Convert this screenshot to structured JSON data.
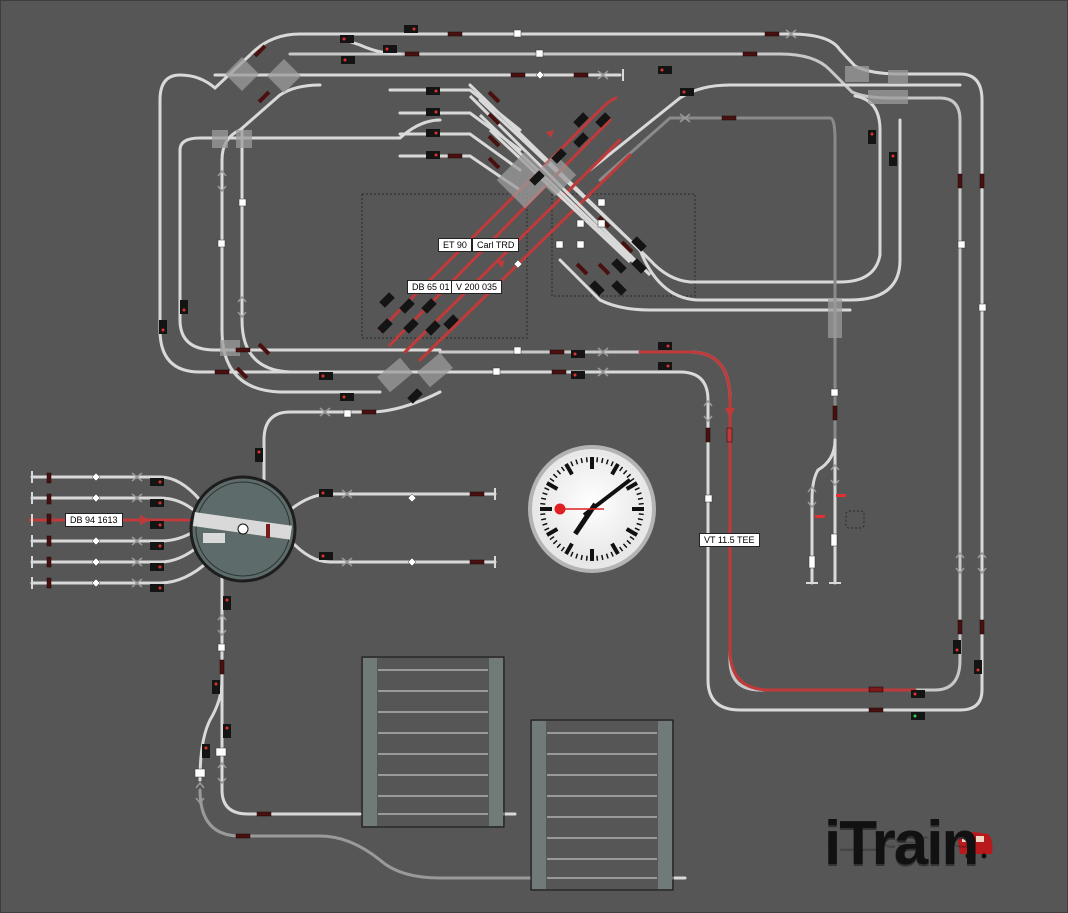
{
  "app": {
    "logo_text": "iTrain"
  },
  "colors": {
    "background": "#565656",
    "track": "#d9d9d9",
    "track_dim": "#8a8a8a",
    "route_active": "#c03a3a",
    "turnout_box": "#9a9a9a",
    "signal_body": "#141414",
    "signal_red": "#e23030",
    "signal_green": "#2fd24a",
    "block_marker": "#4a1010"
  },
  "train_labels": [
    {
      "id": "et90",
      "text": "ET 90"
    },
    {
      "id": "carl",
      "text": "Carl TRD"
    },
    {
      "id": "db6501",
      "text": "DB 65 01"
    },
    {
      "id": "v200",
      "text": "V 200 035"
    },
    {
      "id": "db941613",
      "text": "DB 94 1613"
    },
    {
      "id": "vt115",
      "text": "VT 11.5 TEE"
    }
  ],
  "icons": {
    "clock": "station-clock-icon",
    "turntable": "turntable-icon",
    "signal": "signal-icon",
    "logo_train": "red-locomotive-icon"
  },
  "clock": {
    "hour": 7,
    "minute": 8,
    "second": 45
  }
}
